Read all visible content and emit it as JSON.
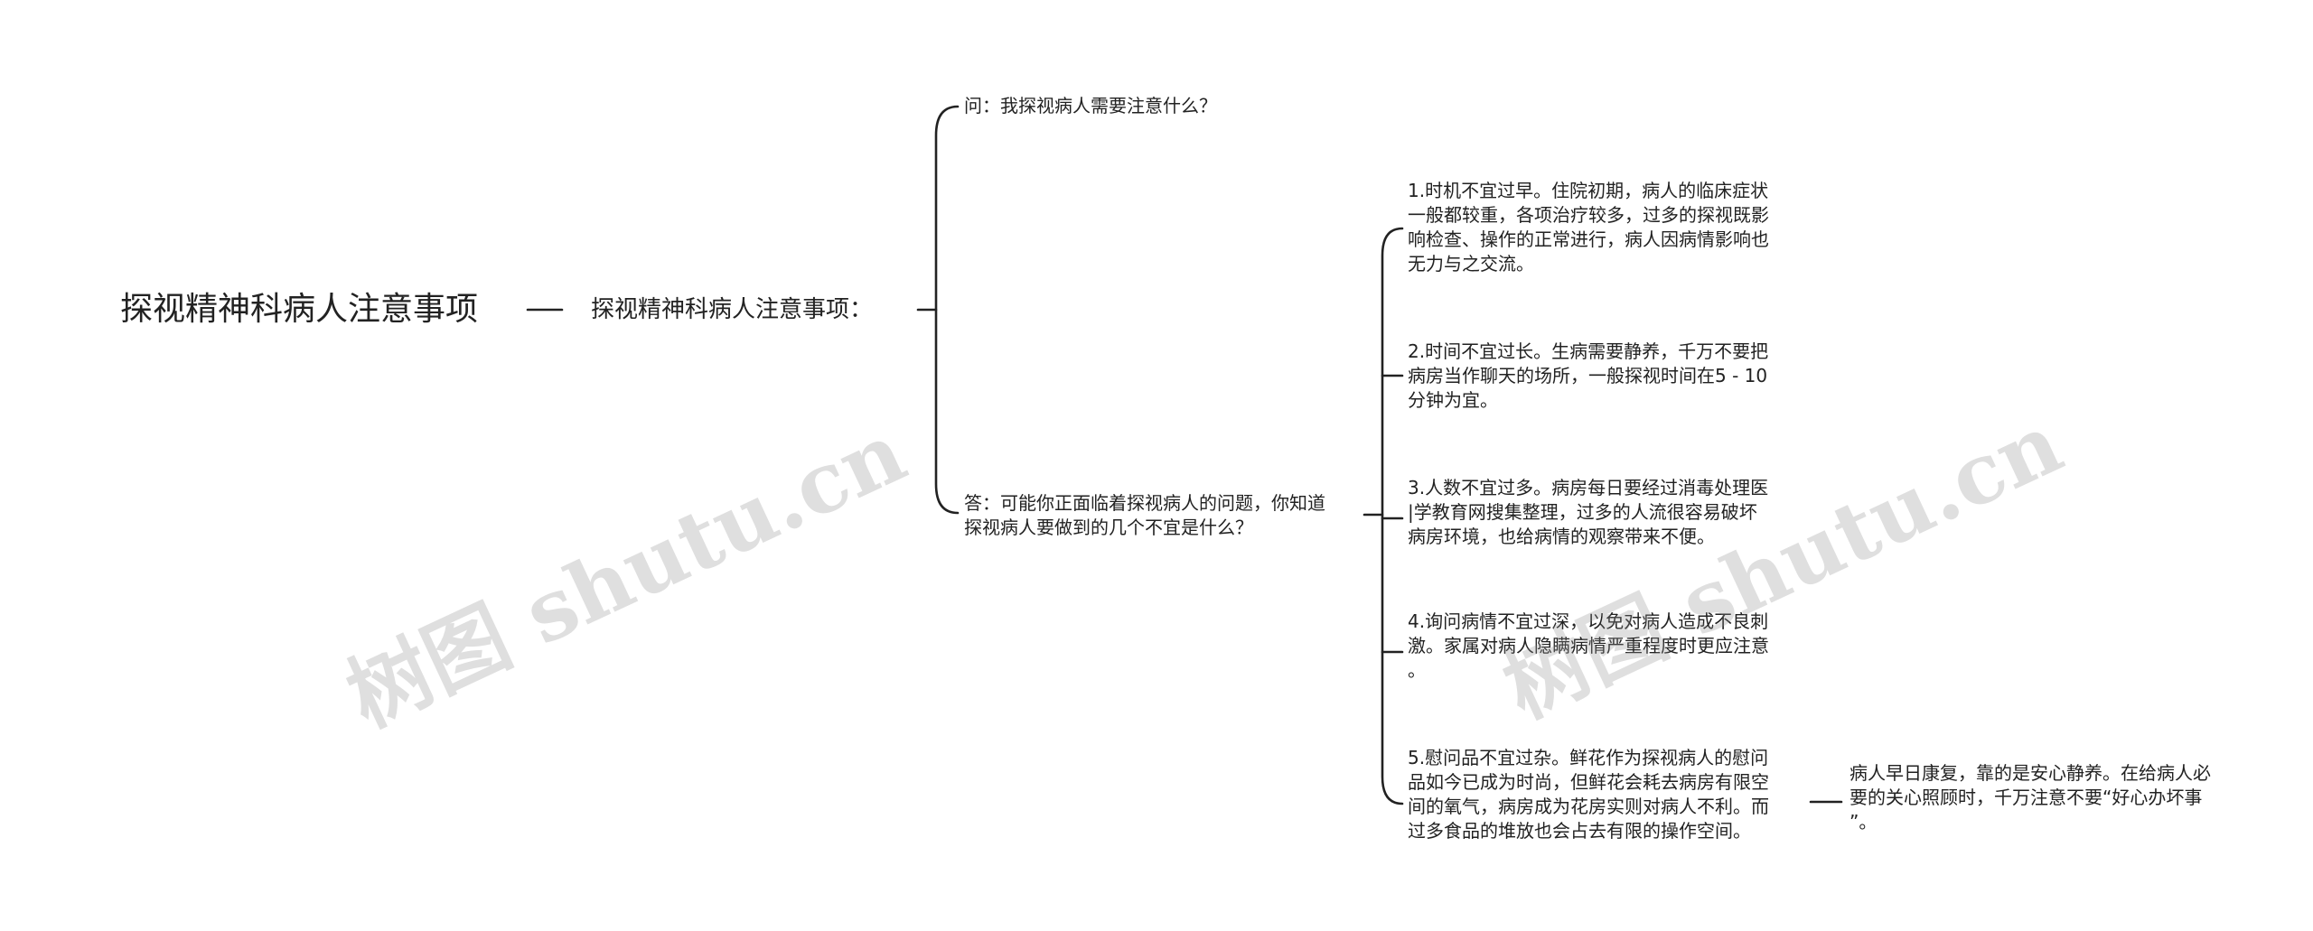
{
  "root": {
    "label": "探视精神科病人注意事项"
  },
  "subtopic": {
    "label": "探视精神科病人注意事项："
  },
  "question": {
    "label": "问：我探视病人需要注意什么？"
  },
  "answer": {
    "label": "答：可能你正面临着探视病人的问题，你知道\n探视病人要做到的几个不宜是什么？"
  },
  "items": [
    {
      "label": "1.时机不宜过早。住院初期，病人的临床症状\n一般都较重，各项治疗较多，过多的探视既影\n响检查、操作的正常进行，病人因病情影响也\n无力与之交流。"
    },
    {
      "label": "2.时间不宜过长。生病需要静养，千万不要把\n病房当作聊天的场所，一般探视时间在5 - 10\n分钟为宜。"
    },
    {
      "label": "3.人数不宜过多。病房每日要经过消毒处理医\n|学教育网搜集整理，过多的人流很容易破坏\n病房环境，也给病情的观察带来不便。"
    },
    {
      "label": "4.询问病情不宜过深，以免对病人造成不良刺\n激。家属对病人隐瞒病情严重程度时更应注意\n。"
    },
    {
      "label": "5.慰问品不宜过杂。鲜花作为探视病人的慰问\n品如今已成为时尚，但鲜花会耗去病房有限空\n间的氧气，病房成为花房实则对病人不利。而\n过多食品的堆放也会占去有限的操作空间。"
    }
  ],
  "item5_detail": {
    "label": "病人早日康复，靠的是安心静养。在给病人必\n要的关心照顾时，千万注意不要“好心办坏事\n”。"
  },
  "watermark": {
    "text": "树图 shutu.cn"
  },
  "colors": {
    "line": "#222222",
    "text": "#222222",
    "watermark": "#8c8c8c"
  }
}
